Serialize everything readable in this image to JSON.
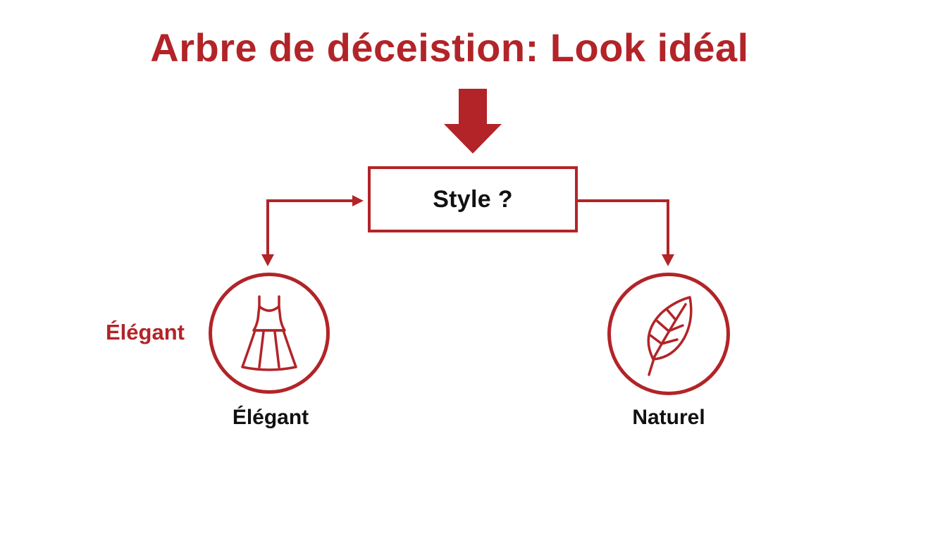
{
  "title": "Arbre de déceistion: Look idéal",
  "decision": {
    "label": "Style ?"
  },
  "branches": [
    {
      "label": "Élégant",
      "icon": "dress-icon"
    },
    {
      "label": "Naturel",
      "icon": "leaf-icon"
    }
  ],
  "side_label": "Élégant",
  "colors": {
    "accent": "#b22428",
    "text": "#111111",
    "background": "#ffffff"
  }
}
